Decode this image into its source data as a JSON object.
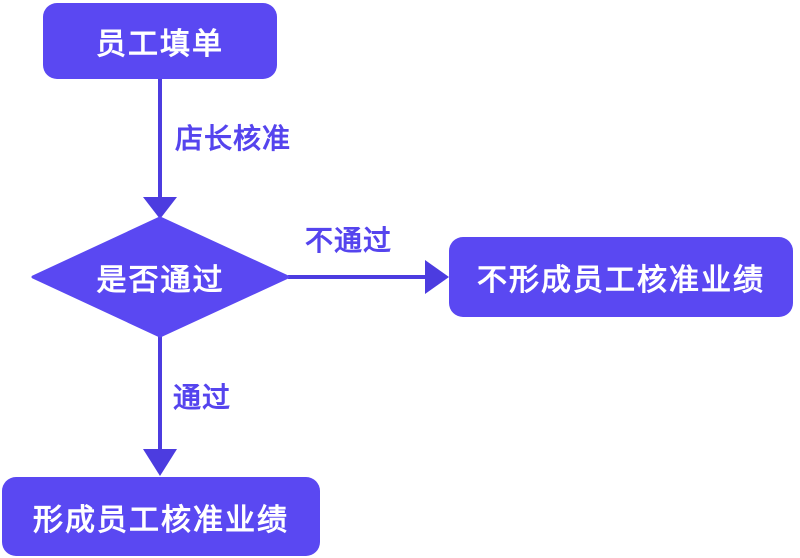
{
  "colors": {
    "node_fill": "#5a48f2",
    "node_text": "#ffffff",
    "edge_stroke": "#4c3ce0",
    "label_text": "#5544ee",
    "background": "#ffffff"
  },
  "diagram": {
    "type": "flowchart",
    "nodes": [
      {
        "id": "start",
        "shape": "rounded-rectangle",
        "label": "员工填单"
      },
      {
        "id": "decision",
        "shape": "diamond",
        "label": "是否通过"
      },
      {
        "id": "rejected",
        "shape": "rounded-rectangle",
        "label": "不形成员工核准业绩"
      },
      {
        "id": "approved",
        "shape": "rounded-rectangle",
        "label": "形成员工核准业绩"
      }
    ],
    "edges": [
      {
        "from": "start",
        "to": "decision",
        "label": "店长核准"
      },
      {
        "from": "decision",
        "to": "rejected",
        "label": "不通过"
      },
      {
        "from": "decision",
        "to": "approved",
        "label": "通过"
      }
    ]
  }
}
